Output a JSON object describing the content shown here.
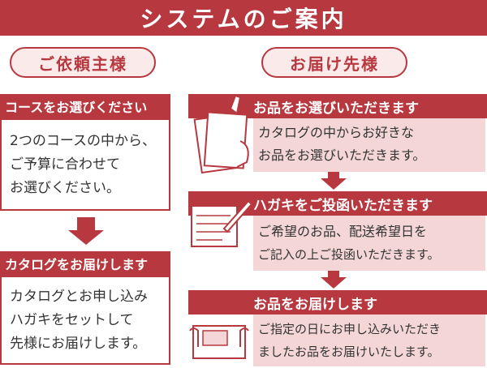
{
  "title": "システムのご案内",
  "client": {
    "label": "ご依頼主様",
    "step1": {
      "header": "コースをお選びください",
      "lines": [
        "2つのコースの中から、",
        "ご予算に合わせて",
        "お選びください。"
      ]
    },
    "step2": {
      "header": "カタログをお届けします",
      "lines": [
        "カタログとお申し込み",
        "ハガキをセットして",
        "先様にお届けします。"
      ]
    }
  },
  "recipient": {
    "label": "お届け先様",
    "step1": {
      "header": "お品をお選びいただきます",
      "lines": [
        "カタログの中からお好きな",
        "お品をお選びいただきます。"
      ],
      "icon": "catalog-icon"
    },
    "step2": {
      "header": "ハガキをご投函いただきます",
      "lines": [
        "ご希望のお品、配送希望日を",
        "ご記入の上ご投函いただきます。"
      ],
      "icon": "postcard-writing-icon"
    },
    "step3": {
      "header": "お品をお届けします",
      "lines": [
        "ご指定の日にお申し込みいただき",
        "ましたお品をお届けいたします。"
      ],
      "icon": "delivery-box-icon"
    }
  },
  "colors": {
    "accent": "#b8383f",
    "pink": "#f3d6d5",
    "pill_bg": "#fbeaea"
  }
}
